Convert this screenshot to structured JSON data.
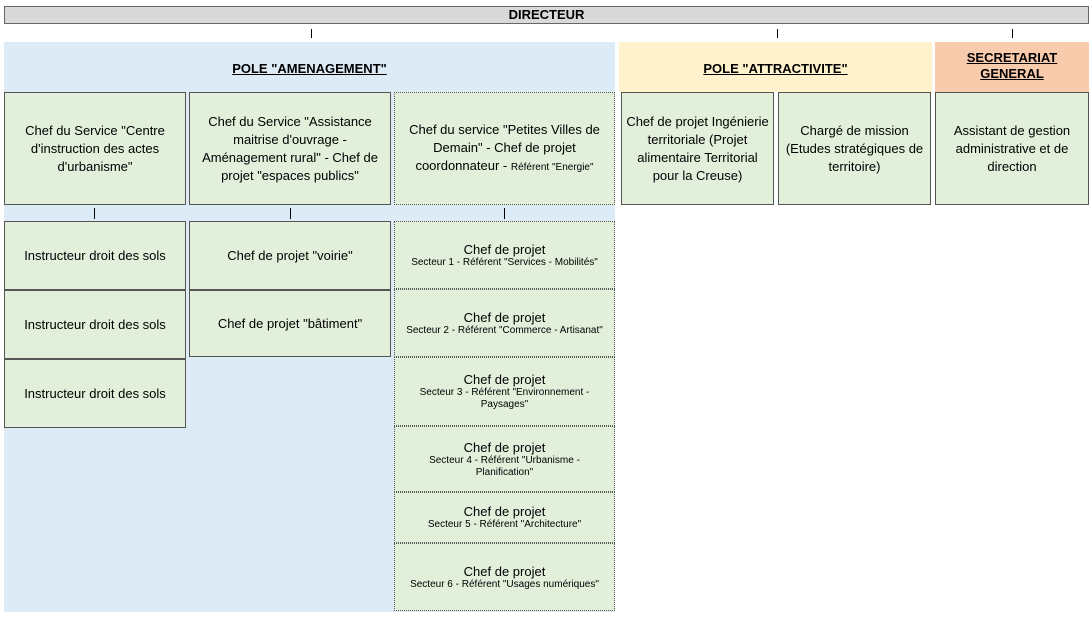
{
  "director": "DIRECTEUR",
  "poles": {
    "amenagement": "POLE \"AMENAGEMENT\"",
    "attractivite": "POLE \"ATTRACTIVITE\"",
    "secretariat_line1": "SECRETARIAT",
    "secretariat_line2": "GENERAL"
  },
  "colors": {
    "amenagement_bg": "#ddebf7",
    "attractivite_bg": "#fff2cc",
    "secretariat_bg": "#f8cbad",
    "box_bg": "#e2efda",
    "director_bg": "#d9d9d9"
  },
  "services": {
    "urbanisme": "Chef du Service \"Centre d'instruction des actes d'urbanisme\"",
    "assistance": "Chef du Service \"Assistance maitrise d'ouvrage - Aménagement rural\" - Chef de projet \"espaces publics\"",
    "pvd_main": "Chef du service \"Petites Villes de Demain\" - Chef de projet coordonnateur - ",
    "pvd_small": "Référent \"Energie\"",
    "ingenierie": "Chef de projet Ingénierie territoriale (Projet alimentaire Territorial pour la Creuse)",
    "charge_mission": "Chargé de mission (Etudes stratégiques de territoire)",
    "assistant": "Assistant de gestion administrative et de direction"
  },
  "instructeurs": [
    "Instructeur droit des sols",
    "Instructeur droit des sols",
    "Instructeur droit des sols"
  ],
  "projets": [
    "Chef de projet \"voirie\"",
    "Chef de projet \"bâtiment\""
  ],
  "secteurs": [
    {
      "title": "Chef de projet",
      "desc": "Secteur 1 - Référent \"Services - Mobilités\""
    },
    {
      "title": "Chef de projet",
      "desc": "Secteur 2 - Référent \"Commerce - Artisanat\""
    },
    {
      "title": "Chef de projet",
      "desc": "Secteur 3 - Référent \"Environnement - Paysages\""
    },
    {
      "title": "Chef de projet",
      "desc": "Secteur 4 - Référent \"Urbanisme - Planification\""
    },
    {
      "title": "Chef de projet",
      "desc": "Secteur 5 - Référent \"Architecture\""
    },
    {
      "title": "Chef de projet",
      "desc": "Secteur 6 - Référent \"Usages numériques\""
    }
  ]
}
